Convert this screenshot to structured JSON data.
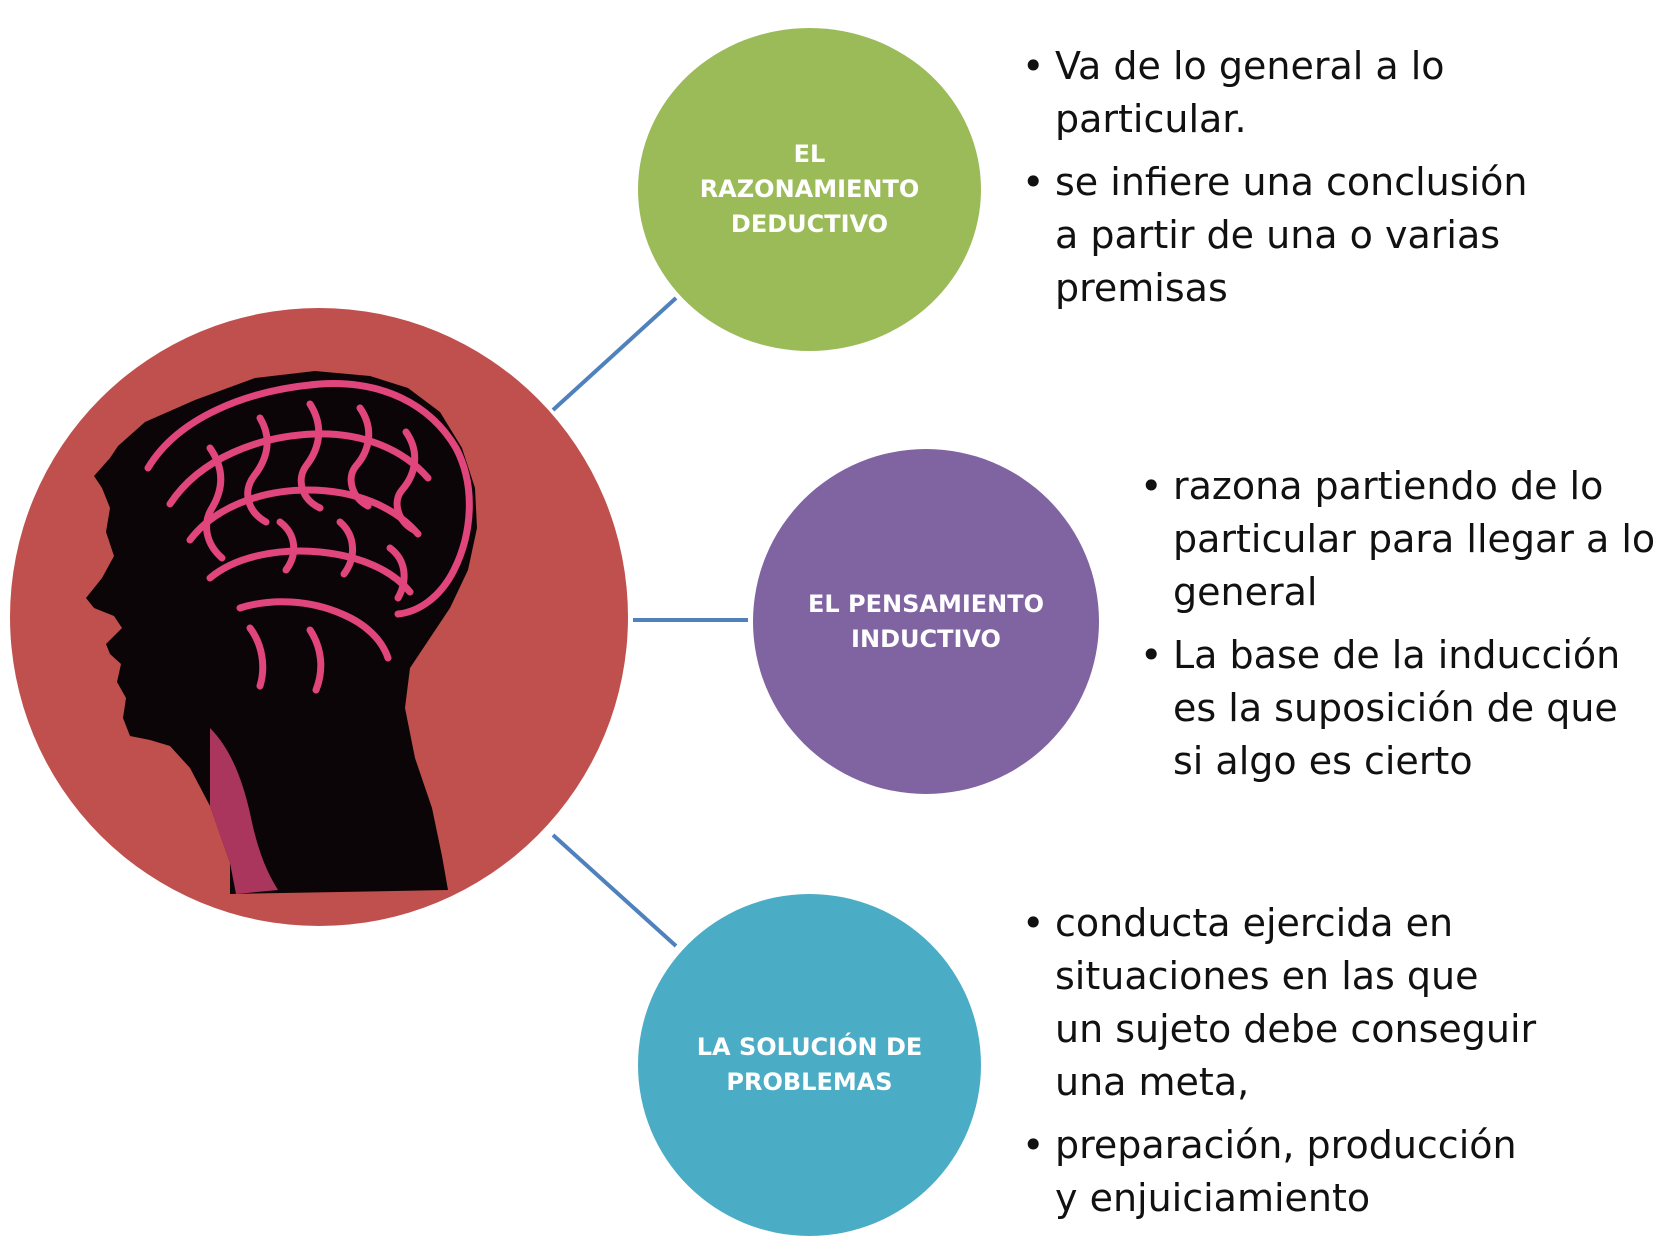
{
  "colors": {
    "center": "#c0504d",
    "deductive": "#9bbb59",
    "inductive": "#8064a2",
    "problems": "#4bacc6",
    "connector": "#4f81bd",
    "brain": "#e0457b",
    "silhouette": "#0b0507"
  },
  "center": {
    "icon": "brain-head-icon"
  },
  "nodes": {
    "deductive": {
      "label": "EL RAZONAMIENTO DEDUCTIVO",
      "bullets": [
        "Va de lo general a lo particular.",
        "se infiere una conclusión a partir de una o varias premisas"
      ]
    },
    "inductive": {
      "label": "EL PENSAMIENTO INDUCTIVO",
      "bullets": [
        "razona partiendo de lo particular para llegar a lo general",
        "La base de la inducción es la suposición de que si algo es cierto"
      ]
    },
    "problems": {
      "label": "LA SOLUCIÓN DE PROBLEMAS",
      "bullets": [
        "conducta ejercida en situaciones en las que un sujeto debe conseguir una meta,",
        "preparación, producción y enjuiciamiento"
      ]
    }
  }
}
